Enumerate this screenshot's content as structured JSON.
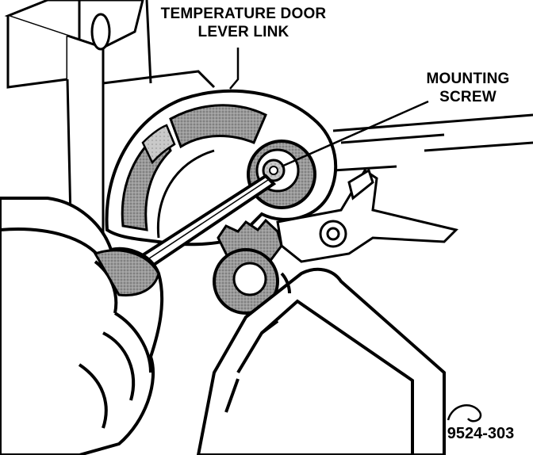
{
  "labels": {
    "temperature_door_lever_link": [
      "TEMPERATURE DOOR",
      "LEVER LINK"
    ],
    "mounting_screw": [
      "MOUNTING",
      "SCREW"
    ]
  },
  "figure_number": "9524-303",
  "colors": {
    "ink": "#000000",
    "paper": "#ffffff",
    "shade": "#8c8c8c",
    "light_shade": "#bdbdbd"
  }
}
